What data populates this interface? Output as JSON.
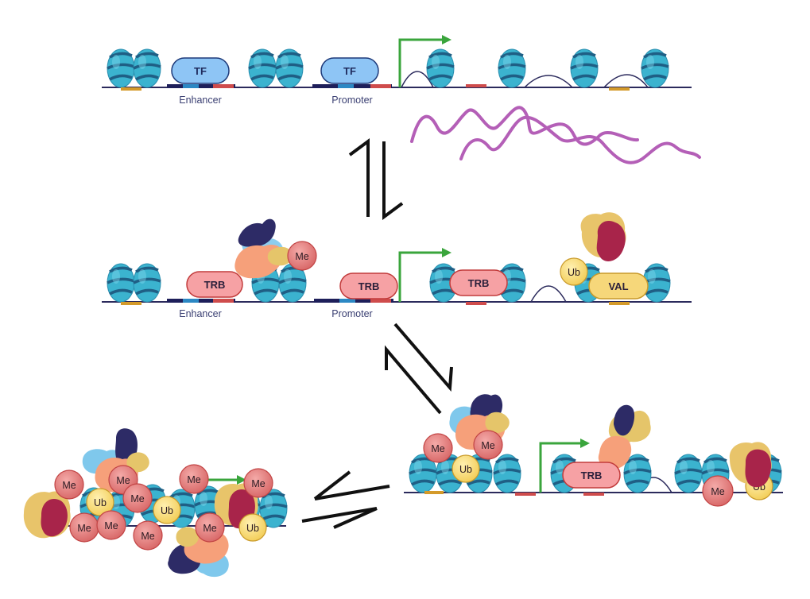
{
  "labels": {
    "enhancer": "Enhancer",
    "promoter": "Promoter",
    "tf": "TF",
    "trb": "TRB",
    "val": "VAL",
    "me": "Me",
    "ub": "Ub"
  },
  "colors": {
    "nucleosome": "#3bb3cf",
    "nucleosome_dark": "#1f6f97",
    "dna": "#2b2a5c",
    "tf_fill": "#8ec5f5",
    "trb_fill": "#f6a1a4",
    "val_fill": "#f6d77a",
    "me_fill": "#e88585",
    "ub_fill": "#fbe07f",
    "arrow": "#3aa53c",
    "rna": "#b45fb7",
    "motif_orange": "#d49a2a",
    "motif_red": "#cf4c4c"
  }
}
